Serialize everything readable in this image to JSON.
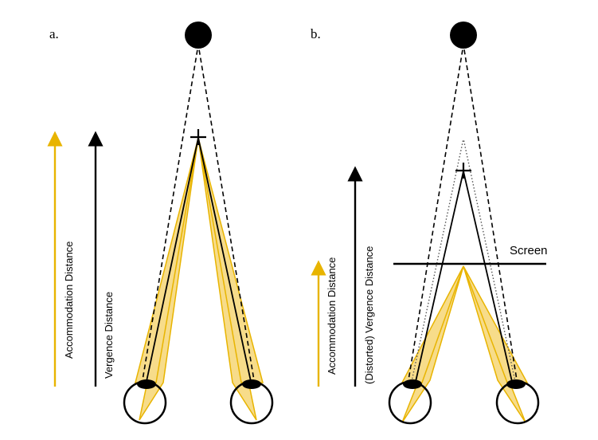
{
  "panels": {
    "a": {
      "label": "a.",
      "accommodation_label": "Accommodation Distance",
      "vergence_label": "Vergence Distance"
    },
    "b": {
      "label": "b.",
      "accommodation_label": "Accommodation Distance",
      "vergence_label": "(Distorted) Vergence Distance",
      "screen_label": "Screen"
    }
  },
  "colors": {
    "accommodation": "#e8b400",
    "cone_fill": "#f7dc8a",
    "ink": "#000000"
  }
}
